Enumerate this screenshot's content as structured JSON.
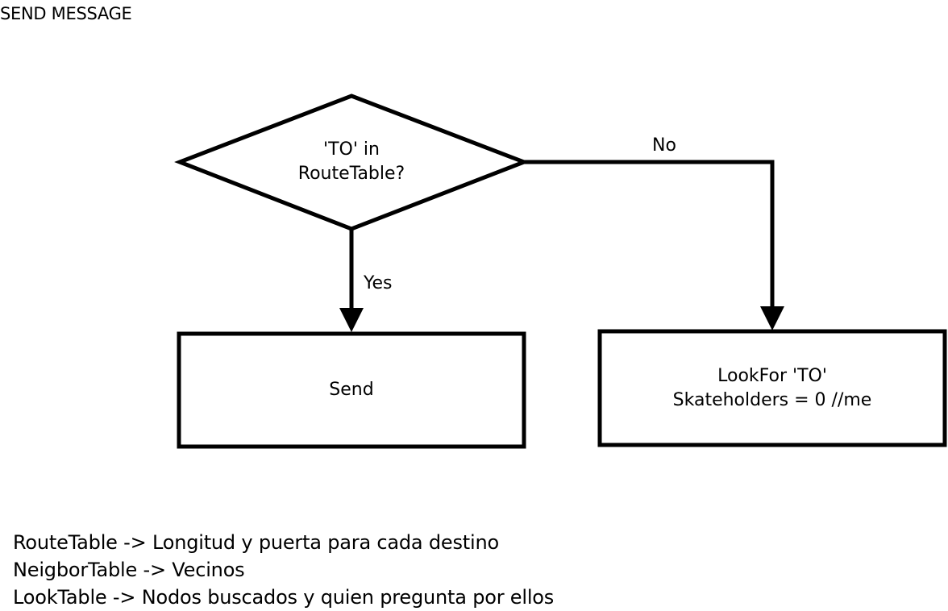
{
  "title": "SEND MESSAGE",
  "decision": {
    "line1": "'TO' in",
    "line2": "RouteTable?"
  },
  "edges": {
    "yes": "Yes",
    "no": "No"
  },
  "process_send": {
    "label": "Send"
  },
  "process_lookfor": {
    "line1": "LookFor 'TO'",
    "line2": "Skateholders = 0 //me"
  },
  "notes": [
    "RouteTable -> Longitud y puerta para cada destino",
    "NeigborTable -> Vecinos",
    "LookTable -> Nodos buscados y quien pregunta por ellos"
  ]
}
